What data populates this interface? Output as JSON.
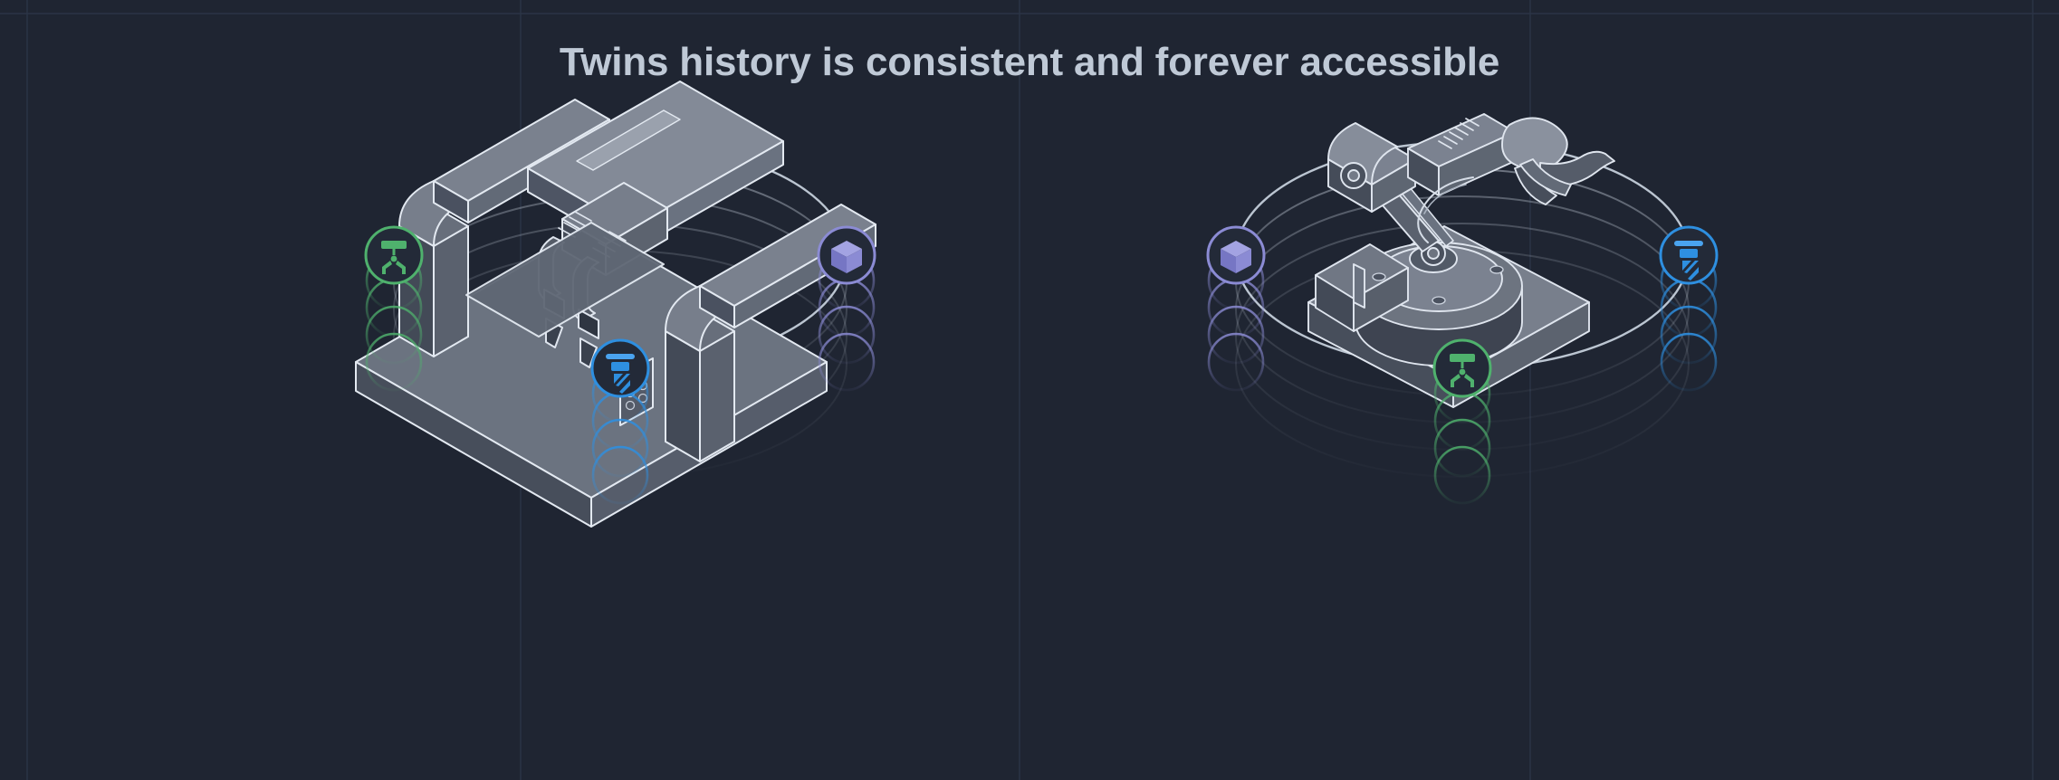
{
  "page": {
    "title": "Twins history is consistent and forever accessible",
    "background_color": "#1f2532",
    "title_color": "#bfc9d6",
    "grid_line_color": "#2b3446"
  },
  "theme": {
    "accent_green": "#4fb16d",
    "accent_blue": "#2e8fe0",
    "accent_purple": "#8b8bd4",
    "orbit_line": "#c9d2de",
    "machine_outline": "#dfe5ee",
    "machine_fill_light": "#6f7582",
    "machine_fill_mid": "#555b66",
    "machine_fill_dark": "#3a414e",
    "badge_fill": "#232a38"
  },
  "scenes": [
    {
      "id": "scene-left",
      "name": "cnc-gantry-twin",
      "machine": "cnc-gantry-machine",
      "badges": [
        {
          "id": "badge-gripper-left",
          "icon": "gripper-icon",
          "color": "#4fb16d",
          "position": "west",
          "stack": 5
        },
        {
          "id": "badge-cube-left",
          "icon": "cube-icon",
          "color": "#8b8bd4",
          "position": "east",
          "stack": 5
        },
        {
          "id": "badge-screw-left",
          "icon": "screw-icon",
          "color": "#2e8fe0",
          "position": "south",
          "stack": 5
        }
      ],
      "orbit_rings": 5
    },
    {
      "id": "scene-right",
      "name": "robot-arm-twin",
      "machine": "robot-arm-machine",
      "badges": [
        {
          "id": "badge-cube-right",
          "icon": "cube-icon",
          "color": "#8b8bd4",
          "position": "west",
          "stack": 5
        },
        {
          "id": "badge-screw-right",
          "icon": "screw-icon",
          "color": "#2e8fe0",
          "position": "east",
          "stack": 5
        },
        {
          "id": "badge-gripper-right",
          "icon": "gripper-icon",
          "color": "#4fb16d",
          "position": "south",
          "stack": 5
        }
      ],
      "orbit_rings": 5
    }
  ],
  "grid": {
    "vertical_x": [
      30,
      575,
      1126,
      1690,
      2245
    ],
    "horizontal_y": [
      15
    ]
  }
}
